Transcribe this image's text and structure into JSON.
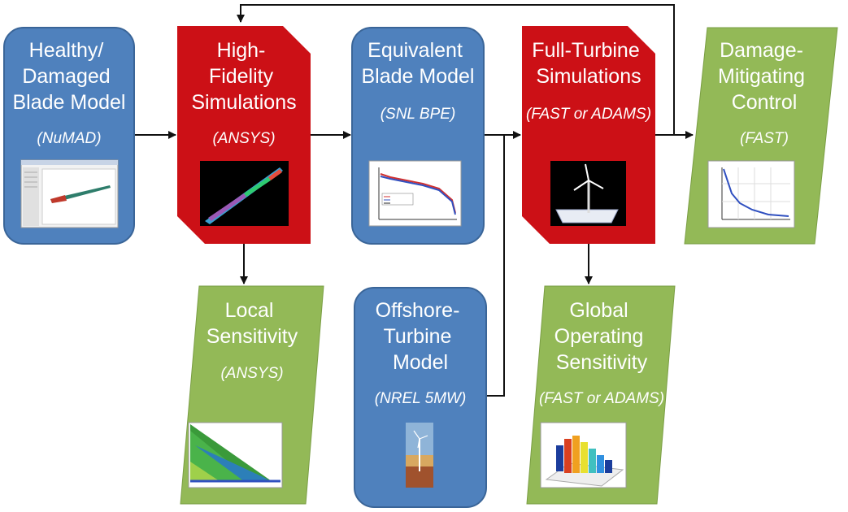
{
  "colors": {
    "blue_box": "#4f81bd",
    "blue_border": "#3a6598",
    "red_box": "#cc1016",
    "green_box": "#93b957",
    "arrow": "#111111"
  },
  "nodes": {
    "blade_model": {
      "title": [
        "Healthy/",
        "Damaged",
        "Blade Model"
      ],
      "subtitle": "(NuMAD)"
    },
    "hifi_sim": {
      "title": [
        "High-",
        "Fidelity",
        "Simulations"
      ],
      "subtitle": "(ANSYS)"
    },
    "equiv_blade": {
      "title": [
        "Equivalent",
        "Blade Model"
      ],
      "subtitle": "(SNL BPE)"
    },
    "full_turbine": {
      "title": [
        "Full-Turbine",
        "Simulations"
      ],
      "subtitle": "(FAST or ADAMS)"
    },
    "damage_control": {
      "title": [
        "Damage-",
        "Mitigating",
        "Control"
      ],
      "subtitle": "(FAST)"
    },
    "local_sens": {
      "title": [
        "Local",
        "Sensitivity"
      ],
      "subtitle": "(ANSYS)"
    },
    "offshore_model": {
      "title": [
        "Offshore-",
        "Turbine",
        "Model"
      ],
      "subtitle": "(NREL 5MW)"
    },
    "global_sens": {
      "title": [
        "Global",
        "Operating",
        "Sensitivity"
      ],
      "subtitle": "(FAST or ADAMS)"
    }
  },
  "thumbnail_icons": {
    "blade_model": "cad-screenshot-icon",
    "hifi_sim": "fem-blade-icon",
    "equiv_blade": "property-plot-icon",
    "full_turbine": "turbine-render-icon",
    "damage_control": "decay-plot-icon",
    "local_sens": "stress-contour-icon",
    "offshore_model": "offshore-turbine-photo-icon",
    "global_sens": "3d-bar-plot-icon"
  }
}
